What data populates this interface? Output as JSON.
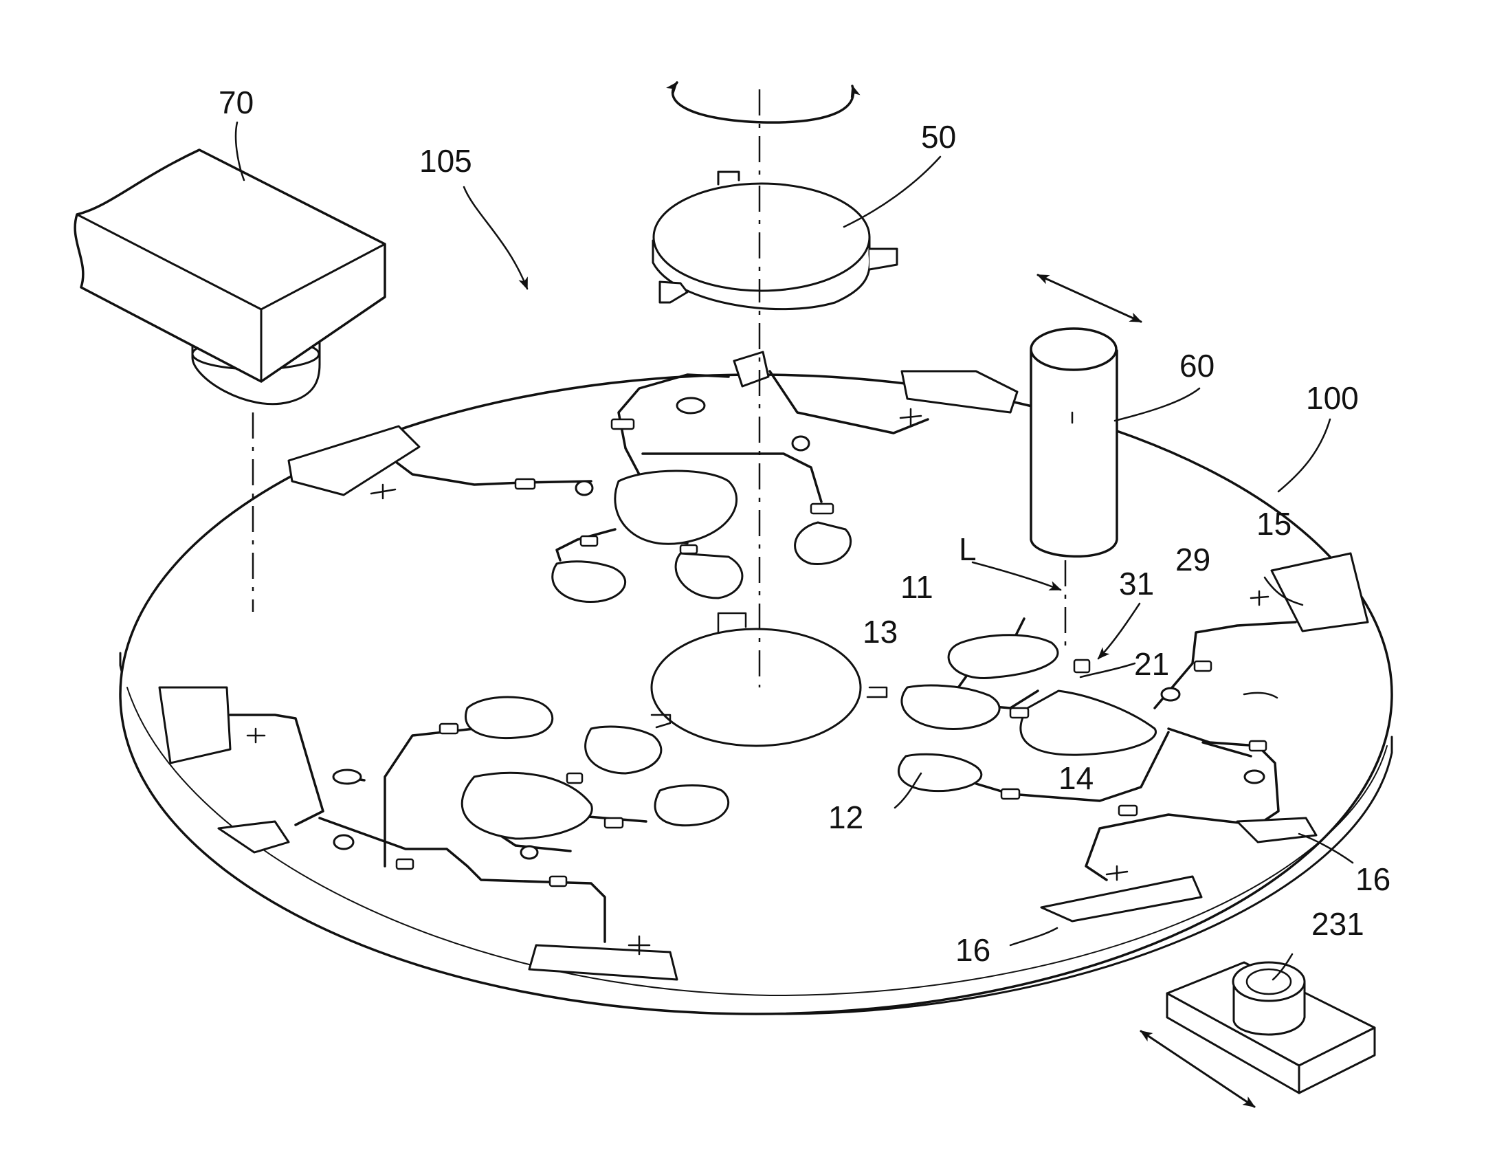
{
  "figure": {
    "labels": {
      "optical_unit": "70",
      "device_arrow": "105",
      "magnet_disk": "50",
      "laser_source": "60",
      "microfluidic_disk": "100",
      "laser_beam": "L",
      "chamber_11": "11",
      "chamber_12": "12",
      "chamber_13": "13",
      "chamber_14": "14",
      "chamber_15": "15",
      "valve_21": "21",
      "valve_29": "29",
      "valve_31": "31",
      "chamber_16_right": "16",
      "chamber_16_bottom": "16",
      "detector_231": "231"
    }
  }
}
